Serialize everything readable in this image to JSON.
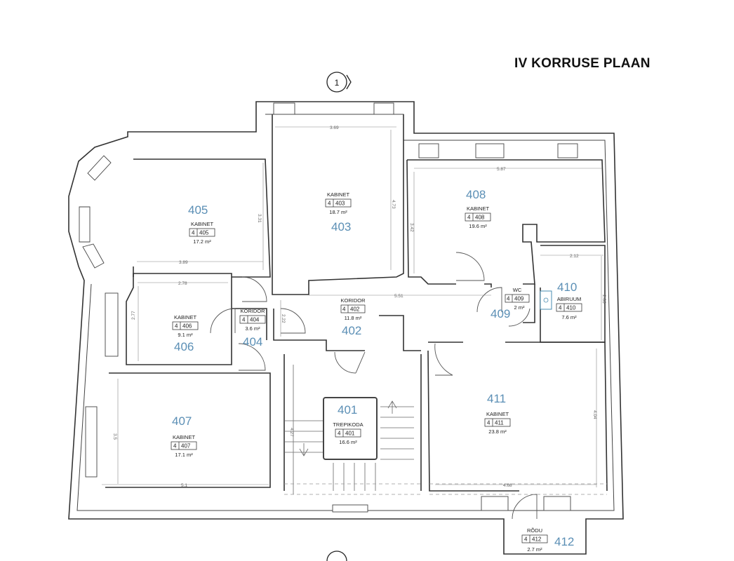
{
  "title": "IV KORRUSE PLAAN",
  "markers": {
    "top": "1"
  },
  "rooms": [
    {
      "id": "405",
      "name": "KABINET",
      "tag_floor": "4",
      "tag_room": "405",
      "area": "17.2 m²"
    },
    {
      "id": "403",
      "name": "KABINET",
      "tag_floor": "4",
      "tag_room": "403",
      "area": "18.7 m²"
    },
    {
      "id": "408",
      "name": "KABINET",
      "tag_floor": "4",
      "tag_room": "408",
      "area": "19.6 m²"
    },
    {
      "id": "410",
      "name": "ABIRUUM",
      "tag_floor": "4",
      "tag_room": "410",
      "area": "7.6 m²"
    },
    {
      "id": "409",
      "name": "WC",
      "tag_floor": "4",
      "tag_room": "409",
      "area": "2 m²"
    },
    {
      "id": "402",
      "name": "KORIDOR",
      "tag_floor": "4",
      "tag_room": "402",
      "area": "11.8 m²"
    },
    {
      "id": "404",
      "name": "KORIDOR",
      "tag_floor": "4",
      "tag_room": "404",
      "area": "3.6 m²"
    },
    {
      "id": "406",
      "name": "KABINET",
      "tag_floor": "4",
      "tag_room": "406",
      "area": "9.1 m²"
    },
    {
      "id": "407",
      "name": "KABINET",
      "tag_floor": "4",
      "tag_room": "407",
      "area": "17.1 m²"
    },
    {
      "id": "401",
      "name": "TREPIKODA",
      "tag_floor": "4",
      "tag_room": "401",
      "area": "16.6 m²"
    },
    {
      "id": "411",
      "name": "KABINET",
      "tag_floor": "4",
      "tag_room": "411",
      "area": "23.8 m²"
    },
    {
      "id": "412",
      "name": "RÕDU",
      "tag_floor": "4",
      "tag_room": "412",
      "area": "2.7 m²"
    }
  ],
  "dimensions": [
    "3.69",
    "4.73",
    "5.87",
    "3.42",
    "3.31",
    "3.89",
    "2.78",
    "2.77",
    "2.22",
    "5.51",
    "2.12",
    "2.86",
    "3.5",
    "5.1",
    "4.27",
    "4.04",
    "4.68"
  ]
}
